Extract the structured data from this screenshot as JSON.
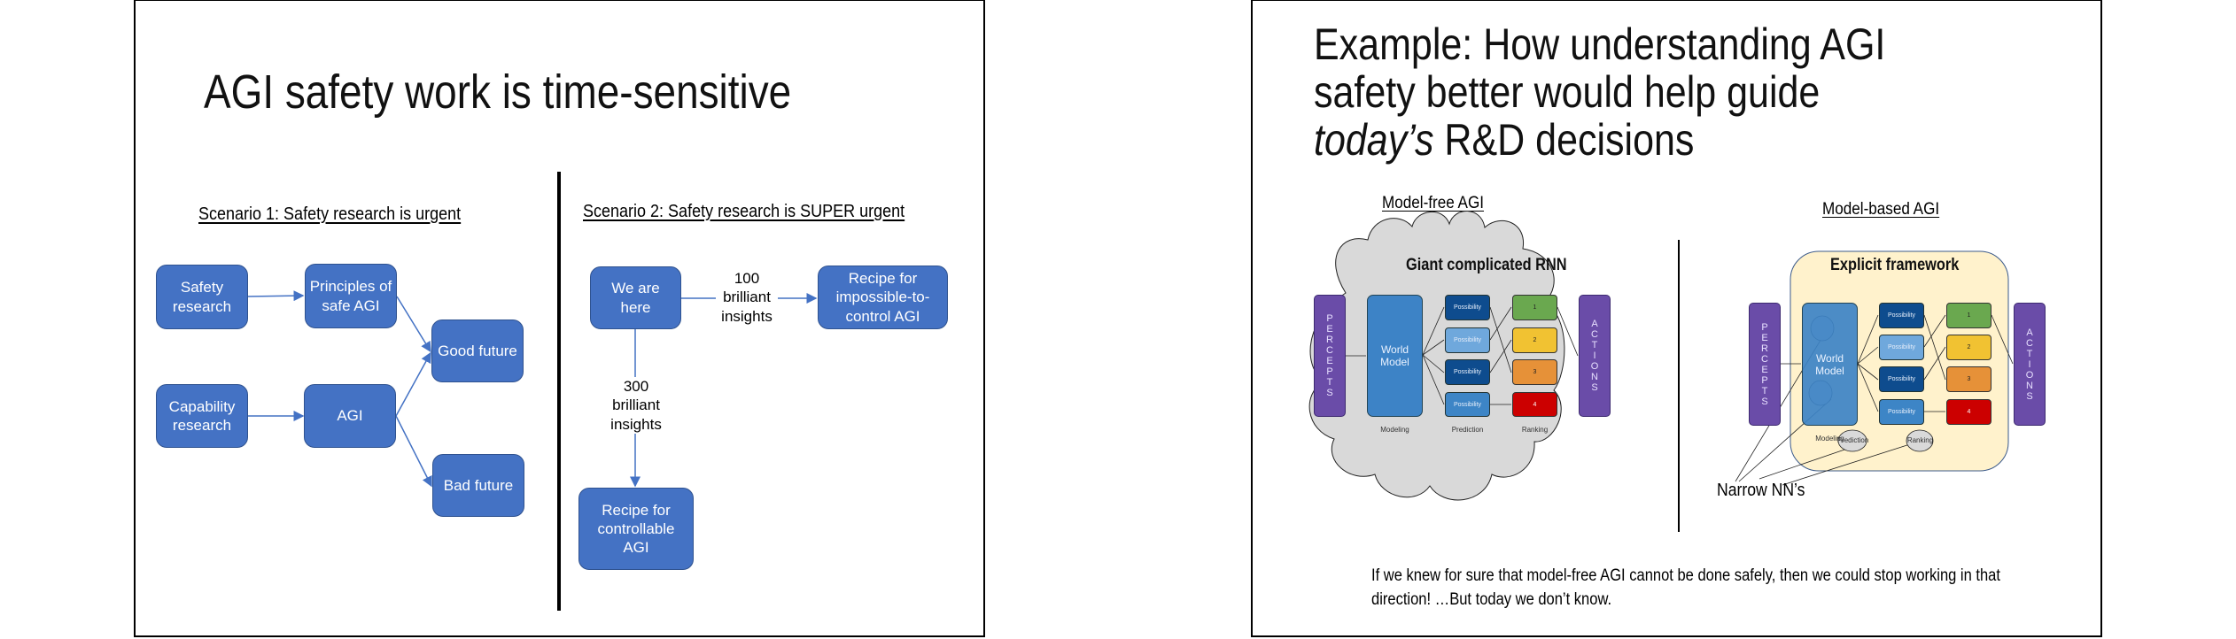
{
  "slide1": {
    "title": "AGI safety work is time-sensitive",
    "scenario1": {
      "heading": "Scenario 1: Safety research is urgent",
      "nodes": {
        "safety_research": "Safety research",
        "principles": "Principles of safe AGI",
        "capability_research": "Capability research",
        "agi": "AGI",
        "good_future": "Good future",
        "bad_future": "Bad future"
      }
    },
    "scenario2": {
      "heading": "Scenario 2: Safety research is SUPER urgent",
      "nodes": {
        "we_are_here": "We are here",
        "recipe_impossible": "Recipe for impossible-to-control AGI",
        "recipe_controllable": "Recipe for controllable AGI"
      },
      "edges": {
        "to_impossible": "100 brilliant insights",
        "to_controllable": "300 brilliant insights"
      }
    }
  },
  "slide2": {
    "title_line1": "Example: How understanding AGI",
    "title_line2": "safety better would help guide",
    "title_line3_italic": "today’s",
    "title_line3_rest": " R&D decisions",
    "model_free": {
      "heading": "Model-free AGI",
      "cloud_label": "Giant complicated RNN"
    },
    "model_based": {
      "heading": "Model-based AGI",
      "frame_label": "Explicit framework",
      "callout": "Narrow NN’s"
    },
    "diagram": {
      "percepts": "PERCEPTS",
      "actions": "ACTIONS",
      "world_model": "World Model",
      "possibility": "Possibility",
      "ranks": [
        "1",
        "2",
        "3",
        "4"
      ],
      "col_modeling": "Modeling",
      "col_prediction": "Prediction",
      "col_ranking": "Ranking"
    },
    "footer": "If we knew for sure that model-free AGI cannot be done safely, then we could stop working in that direction! …But today we don’t know."
  },
  "colors": {
    "node_blue": "#4472c4",
    "percepts_purple": "#6a4ca8",
    "world_model_blue": "#3d83c6",
    "poss_dark": "#0e4c8e",
    "poss_light": "#6fa8dc",
    "poss_mid": "#3d85c6",
    "rank1": "#6aa84f",
    "rank2": "#f1c232",
    "rank3": "#e69138",
    "rank4": "#cc0000",
    "cloud_gray": "#d9d9d9",
    "frame_cream": "#fff2cc"
  }
}
